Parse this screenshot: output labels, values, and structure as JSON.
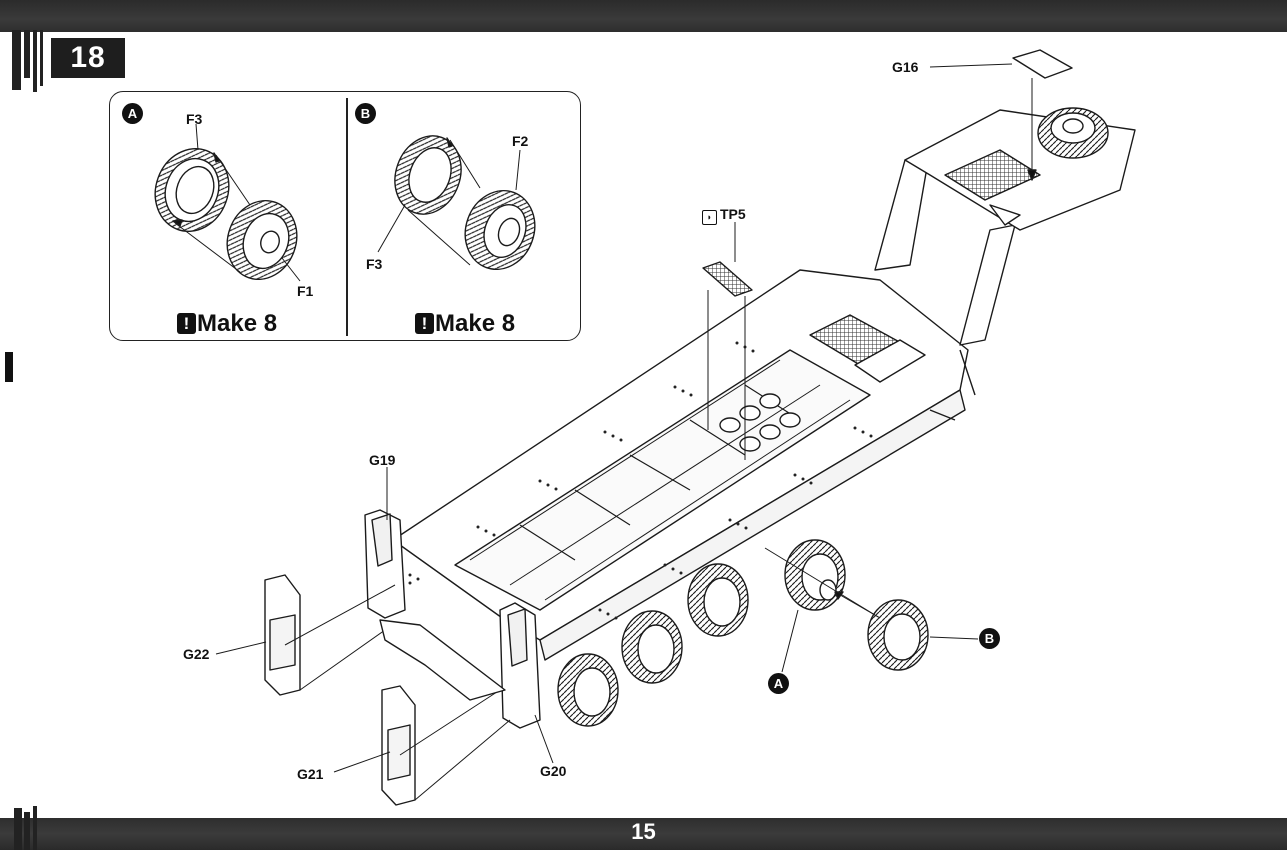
{
  "step_number": "18",
  "page_number": "15",
  "inset": {
    "panel_a": {
      "marker": "A",
      "labels": [
        "F3",
        "F1"
      ],
      "make": "Make 8"
    },
    "panel_b": {
      "marker": "B",
      "labels": [
        "F2",
        "F3"
      ],
      "make": "Make 8"
    }
  },
  "callouts": {
    "g16": "G16",
    "tp5": "TP5",
    "g19": "G19",
    "g22": "G22",
    "g21": "G21",
    "g20": "G20",
    "marker_a": "A",
    "marker_b": "B"
  },
  "icons": {
    "warning": "exclamation-icon",
    "paint_ref": "paint-pot-icon"
  }
}
